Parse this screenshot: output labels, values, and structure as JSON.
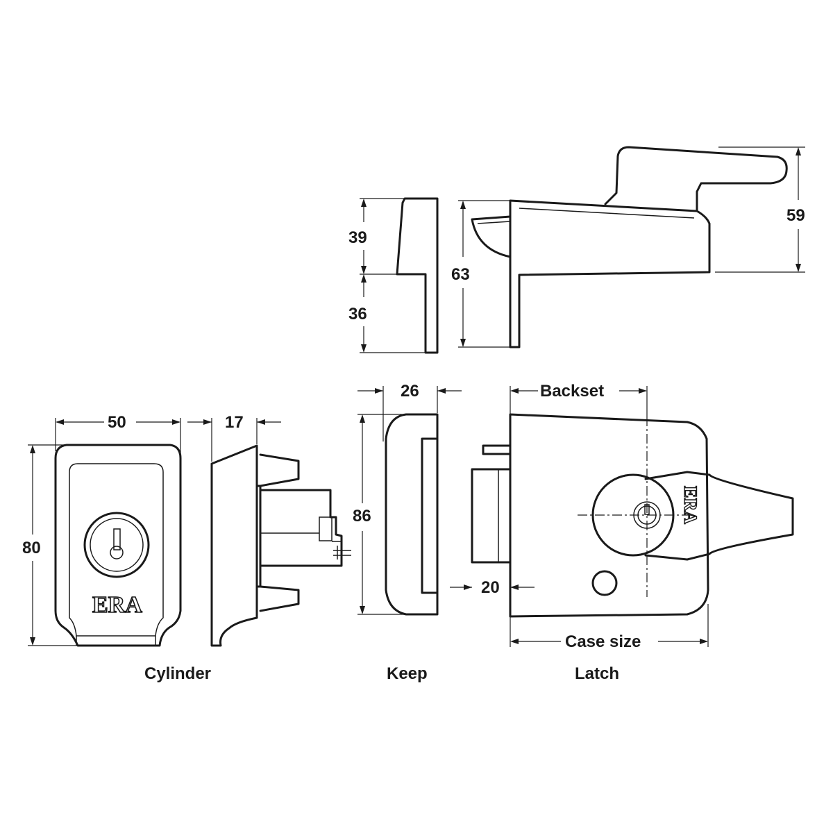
{
  "dimensions": {
    "cylinder_width": "50",
    "cylinder_height": "80",
    "cylinder_depth": "17",
    "keep_depth": "26",
    "keep_height": "86",
    "keep_side_upper": "39",
    "keep_side_lower": "36",
    "latch_side_height": "63",
    "latch_total_height": "59",
    "latch_bolt_offset": "20",
    "backset": "Backset",
    "case_size": "Case size"
  },
  "captions": {
    "cylinder": "Cylinder",
    "keep": "Keep",
    "latch": "Latch"
  },
  "logos": {
    "cylinder_logo": "ERA",
    "latch_logo": "ERA"
  }
}
